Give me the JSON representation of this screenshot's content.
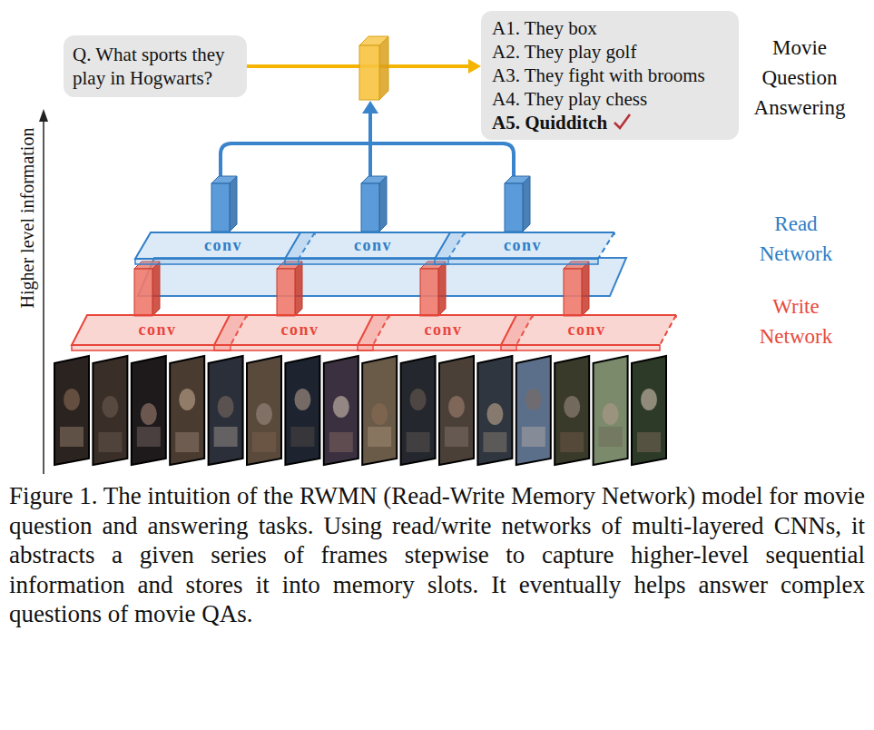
{
  "diagram": {
    "caption": "Figure 1. The intuition of the RWMN (Read-Write Memory Network) model for movie question and answering tasks. Using read/write networks of multi-layered CNNs, it abstracts a given series of frames stepwise to capture higher-level sequential information and stores it into memory slots. It eventually helps answer complex questions of movie QAs.",
    "nodes": [
      {
        "text": [
          "Q. What sports they play in Hogwarts?"
        ]
      },
      {
        "text": [
          "A1. They box",
          "A2. They play golf",
          "A3. They fight with brooms",
          "A4. They play chess",
          "A5. Quidditch"
        ]
      },
      {
        "text": [
          "conv"
        ]
      },
      {
        "text": [
          "conv"
        ]
      },
      {
        "text": [
          "conv"
        ]
      },
      {
        "text": [
          "conv"
        ]
      },
      {
        "text": [
          "conv"
        ]
      },
      {
        "text": [
          "conv"
        ]
      },
      {
        "text": [
          "conv"
        ]
      }
    ],
    "edges": [
      {
        "from": 0,
        "to": 1,
        "arrow": "to"
      }
    ],
    "labels": [
      "Movie Question Answering",
      "Read Network",
      "Write Network",
      "Higher level information"
    ]
  }
}
